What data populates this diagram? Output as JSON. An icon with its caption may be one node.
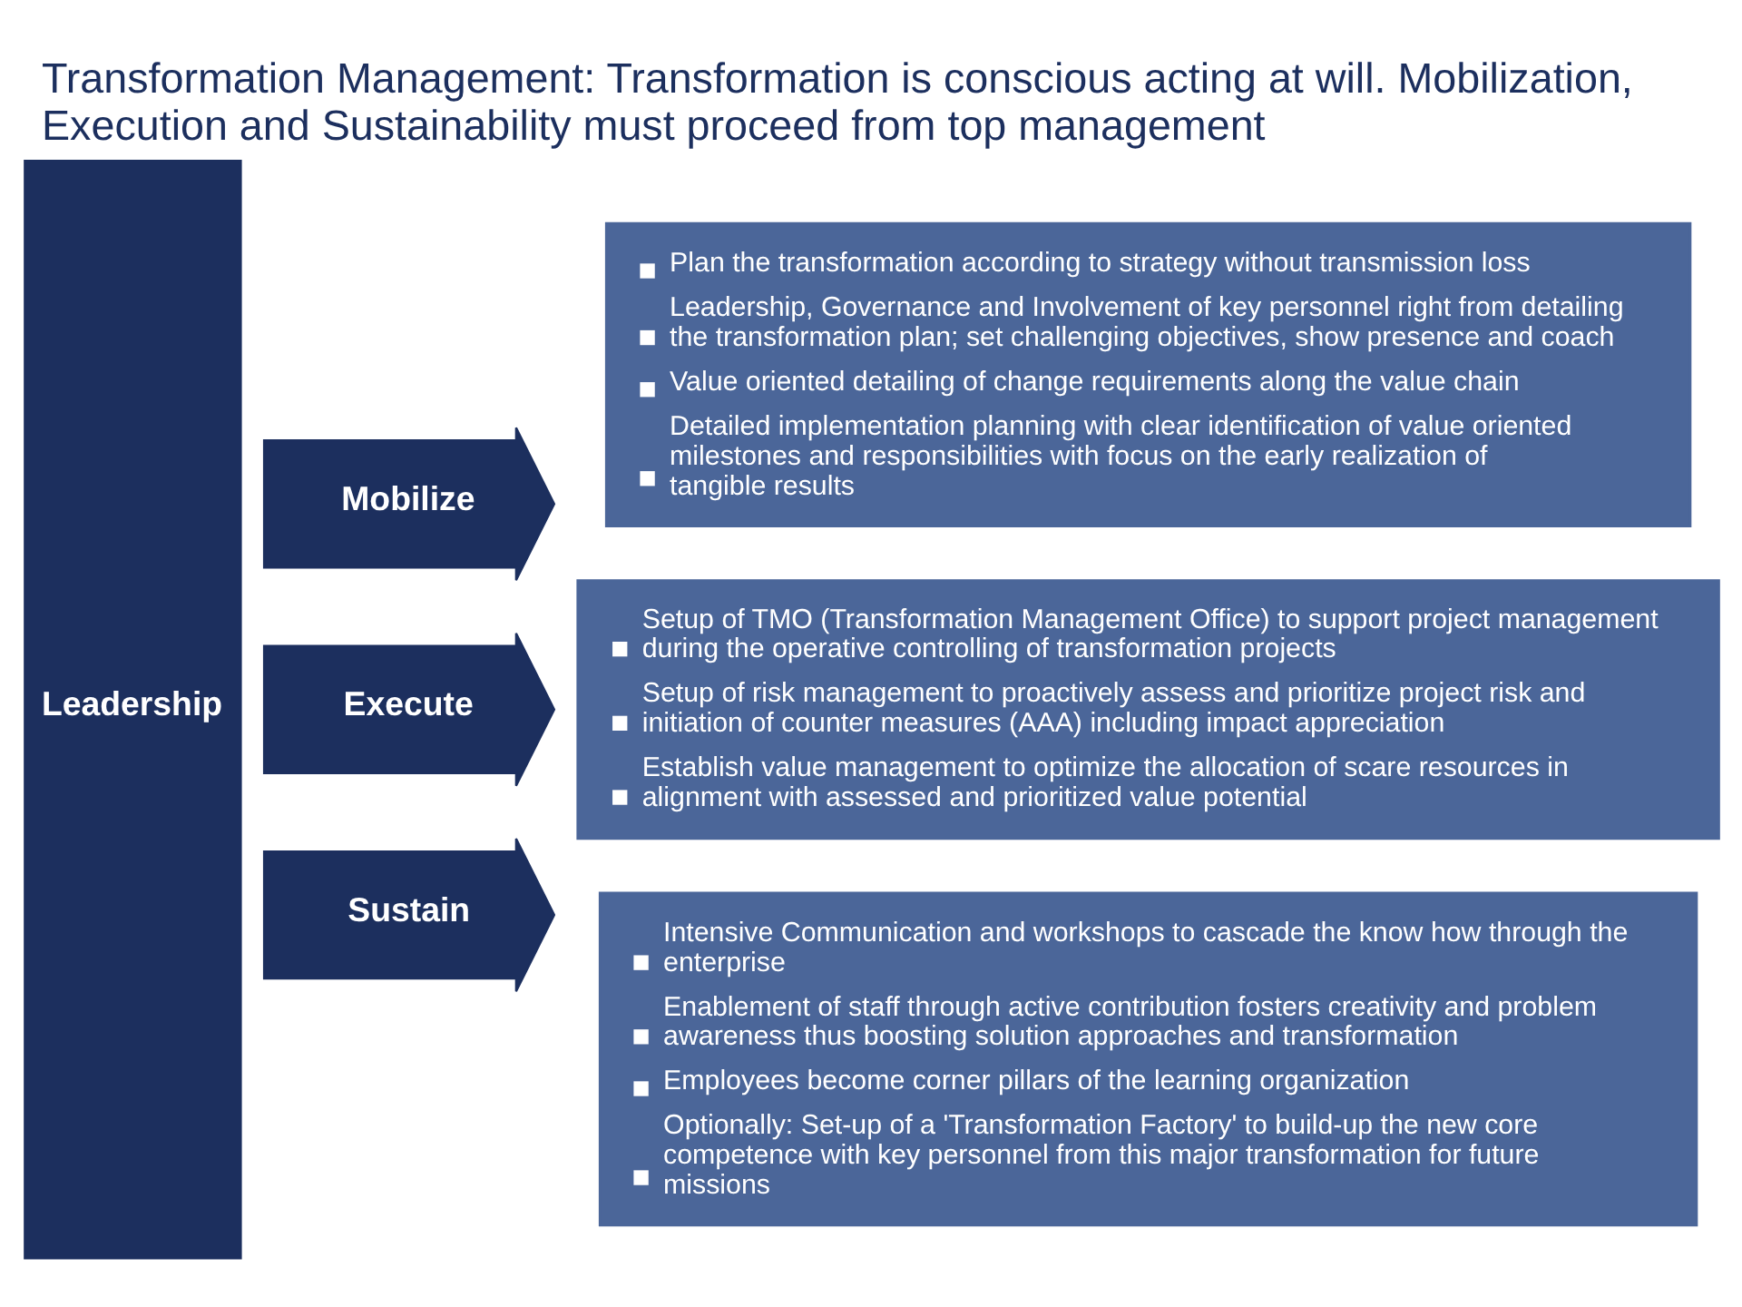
{
  "diagram": {
    "title": "Transformation Management: Transformation is conscious acting at will. Mobilization, Execution and Sustainability must proceed from top management",
    "nodes": [
      {
        "text": [
          "Leadership"
        ]
      },
      {
        "text": [
          "Mobilize"
        ]
      },
      {
        "text": [
          "Plan the transformation according to strategy without transmission loss",
          "Leadership, Governance and Involvement of key personnel right from detailing the transformation plan; set challenging objectives, show presence and coach",
          "Value oriented detailing of change requirements along the value chain",
          "Detailed implementation planning with clear identification of value oriented milestones and responsibilities with focus on the early realization of tangible results"
        ]
      },
      {
        "text": [
          "Execute"
        ]
      },
      {
        "text": [
          "Setup of TMO (Transformation Management Office) to support project management during the operative controlling of transformation projects",
          "Setup of risk management to proactively assess and prioritize project risk and initiation of counter measures (AAA) including impact appreciation",
          "Establish value management to optimize the allocation of scare resources in alignment with assessed and prioritized value potential"
        ]
      },
      {
        "text": [
          "Sustain"
        ]
      },
      {
        "text": [
          "Intensive Communication and workshops to cascade the know how through the enterprise",
          "Enablement of staff through active contribution fosters creativity and problem awareness thus boosting solution approaches and transformation",
          "Employees become corner pillars of the learning organization",
          "Optionally: Set-up of a 'Transformation Factory' to build-up the new core competence with key personnel from this major transformation for future missions"
        ]
      }
    ]
  }
}
